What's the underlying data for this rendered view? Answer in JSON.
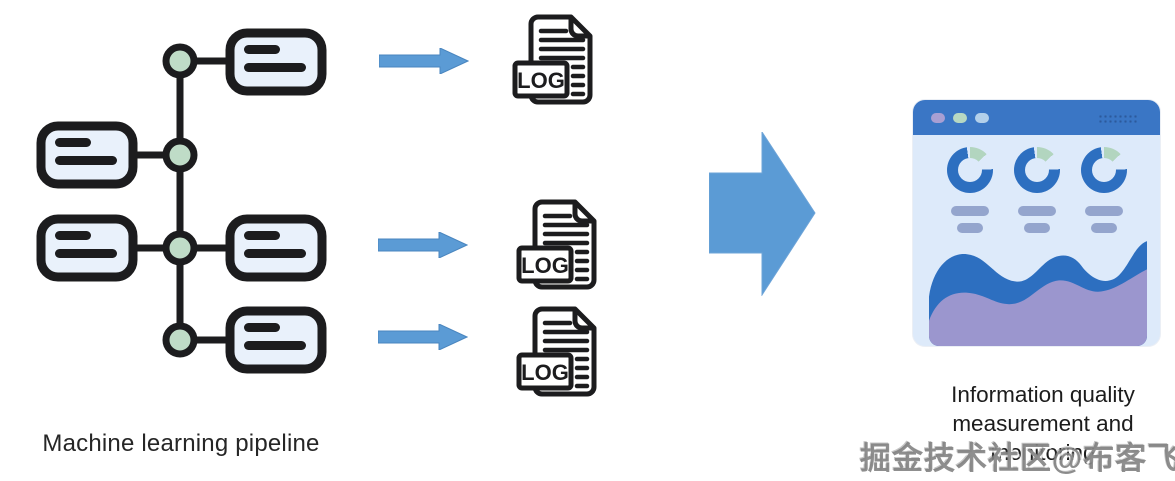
{
  "diagram": {
    "pipeline": {
      "caption": "Machine learning pipeline",
      "node_count": 5,
      "junction_count": 4,
      "colors": {
        "node_fill": "#e9f1fb",
        "outline": "#1c1c1e",
        "junction_fill": "#bfdcc7"
      }
    },
    "log_files": {
      "badge": "LOG",
      "count": 3
    },
    "arrows": {
      "small_count": 3,
      "color": "#5b9bd5"
    },
    "dashboard": {
      "caption_lines": [
        "Information quality",
        "measurement and",
        "monitoring"
      ],
      "colors": {
        "titlebar": "#3a76c5",
        "body": "#ddeafa",
        "donut": "#2d6fc0",
        "donut_accent": "#b2d5bf",
        "pill": "#94a5cd",
        "wave_back": "#2d6fc0",
        "wave_front": "#9b96ce",
        "titlebar_dot_1": "#a89fd3",
        "titlebar_dot_2": "#b7d8c2",
        "titlebar_dot_3": "#c9e0f0"
      }
    }
  },
  "watermark": {
    "text": "掘金技术社区@布客飞龙"
  }
}
